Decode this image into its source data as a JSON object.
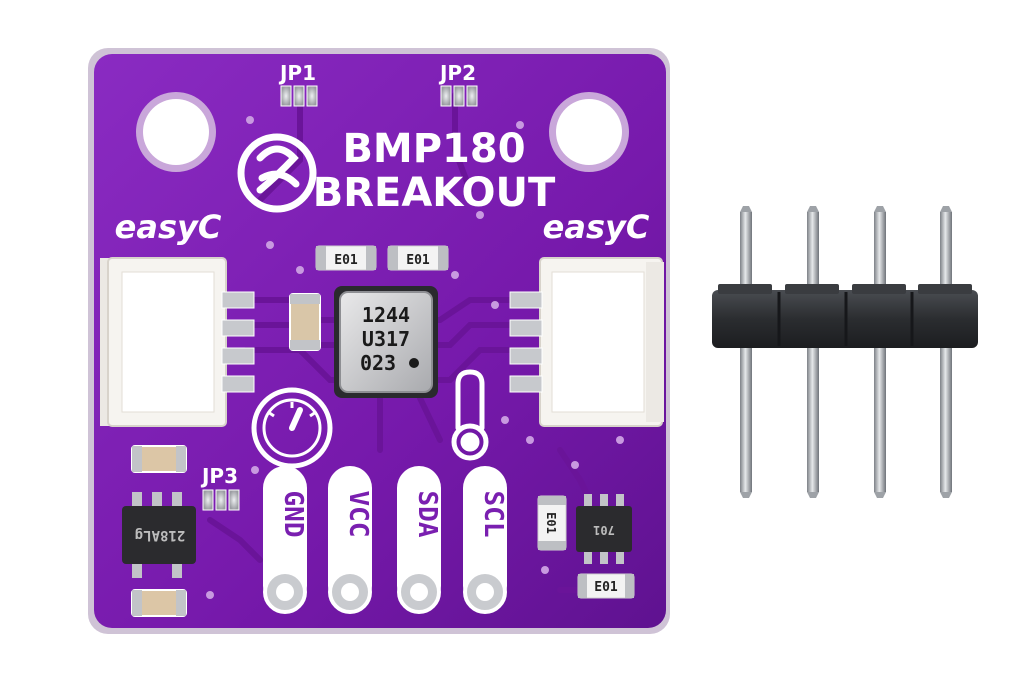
{
  "board": {
    "title_line1": "BMP180",
    "title_line2": "BREAKOUT",
    "connector_left_label": "easyC",
    "connector_right_label": "easyC",
    "jumper_1": "JP1",
    "jumper_2": "JP2",
    "jumper_3": "JP3",
    "resistor_code": "E01",
    "ic_code": "218ALg",
    "small_ic_code": "701",
    "pins": [
      "GND",
      "VCC",
      "SDA",
      "SCL"
    ],
    "sensor_marking": {
      "line1": "1244",
      "line2": "U317",
      "line3": "023"
    },
    "colors": {
      "pcb": "#7a1fb0",
      "pcb_dark": "#5d138a",
      "silkscreen": "#ffffff",
      "header_plastic": "#2b2d30",
      "pin_metal": "#b9bcc0"
    }
  },
  "header": {
    "pin_count": 4
  }
}
